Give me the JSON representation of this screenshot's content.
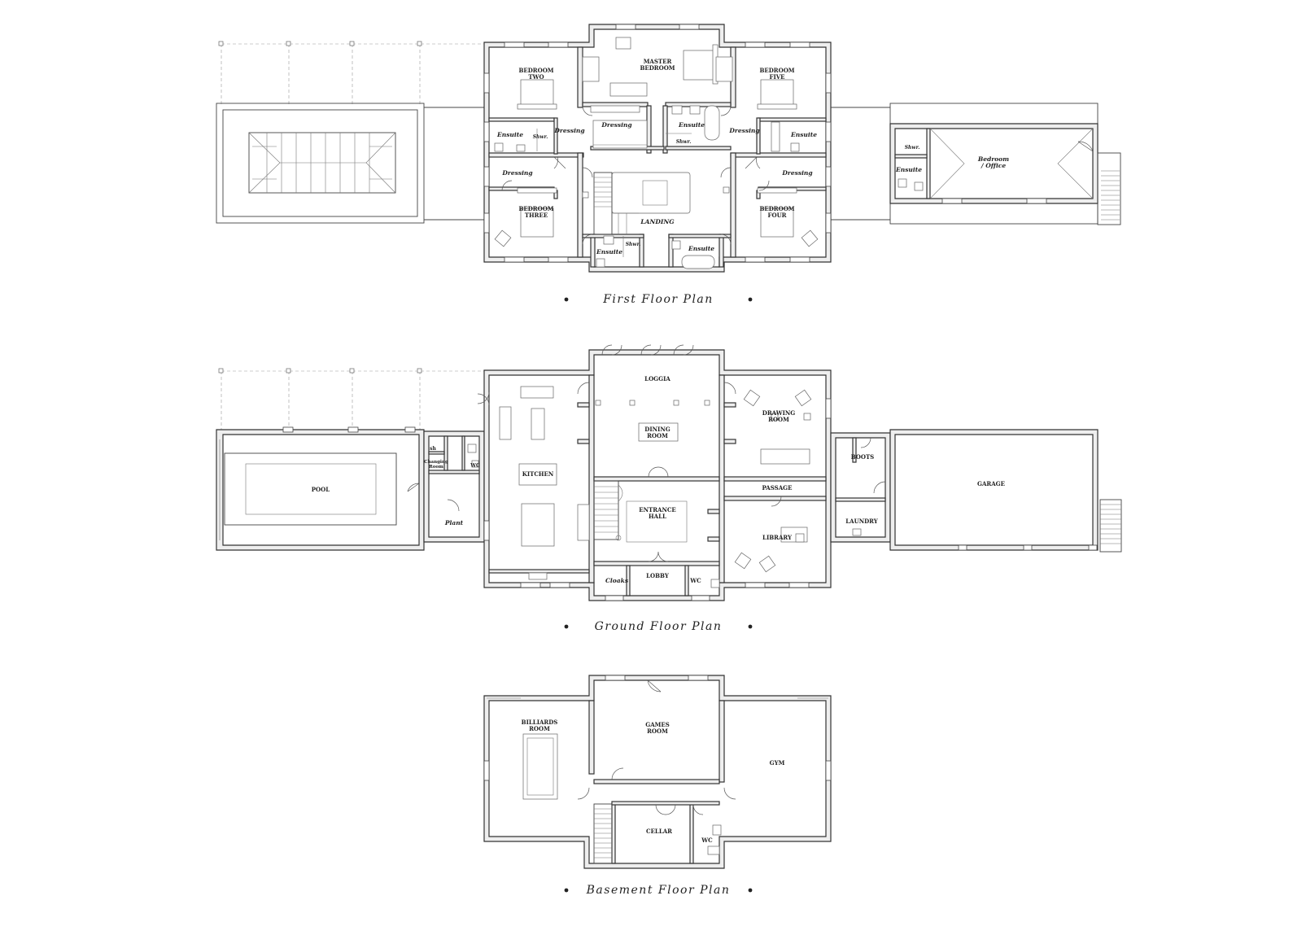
{
  "first_floor": {
    "title": "First Floor Plan",
    "rooms": {
      "master_bedroom_1": "MASTER",
      "master_bedroom_2": "BEDROOM",
      "bedroom_two_1": "BEDROOM",
      "bedroom_two_2": "TWO",
      "bedroom_five_1": "BEDROOM",
      "bedroom_five_2": "FIVE",
      "bedroom_three_1": "BEDROOM",
      "bedroom_three_2": "THREE",
      "bedroom_four_1": "BEDROOM",
      "bedroom_four_2": "FOUR",
      "ensuite_tl": "Ensuite",
      "ensuite_master": "Ensuite",
      "ensuite_tr": "Ensuite",
      "ensuite_bl": "Ensuite",
      "ensuite_br": "Ensuite",
      "ensuite_office": "Ensuite",
      "dressing_1": "Dressing",
      "dressing_2": "Dressing",
      "dressing_3": "Dressing",
      "dressing_4": "Dressing",
      "dressing_5": "Dressing",
      "shwr_1": "Shwr.",
      "shwr_2": "Shwr.",
      "shwr_3": "Shwr.",
      "shwr_4": "Shwr.",
      "landing": "LANDING",
      "bedroom_office_1": "Bedroom",
      "bedroom_office_2": "/ Office"
    }
  },
  "ground_floor": {
    "title": "Ground Floor Plan",
    "rooms": {
      "loggia": "LOGGIA",
      "drawing_room_1": "DRAWING",
      "drawing_room_2": "ROOM",
      "dining_room_1": "DINING",
      "dining_room_2": "ROOM",
      "kitchen": "KITCHEN",
      "pool": "POOL",
      "sh": "sh",
      "changing_1": "Changing",
      "changing_2": "Room",
      "wc_pool": "WC",
      "plant": "Plant",
      "entrance_hall_1": "ENTRANCE",
      "entrance_hall_2": "HALL",
      "passage": "PASSAGE",
      "boots": "BOOTS",
      "garage": "GARAGE",
      "laundry": "LAUNDRY",
      "library": "LIBRARY",
      "cloaks": "Cloaks",
      "lobby": "LOBBY",
      "wc_lobby": "WC"
    }
  },
  "basement": {
    "title": "Basement Floor Plan",
    "rooms": {
      "billiards_1": "BILLIARDS",
      "billiards_2": "ROOM",
      "games_1": "GAMES",
      "games_2": "ROOM",
      "gym": "GYM",
      "cellar": "CELLAR",
      "wc": "WC"
    }
  }
}
